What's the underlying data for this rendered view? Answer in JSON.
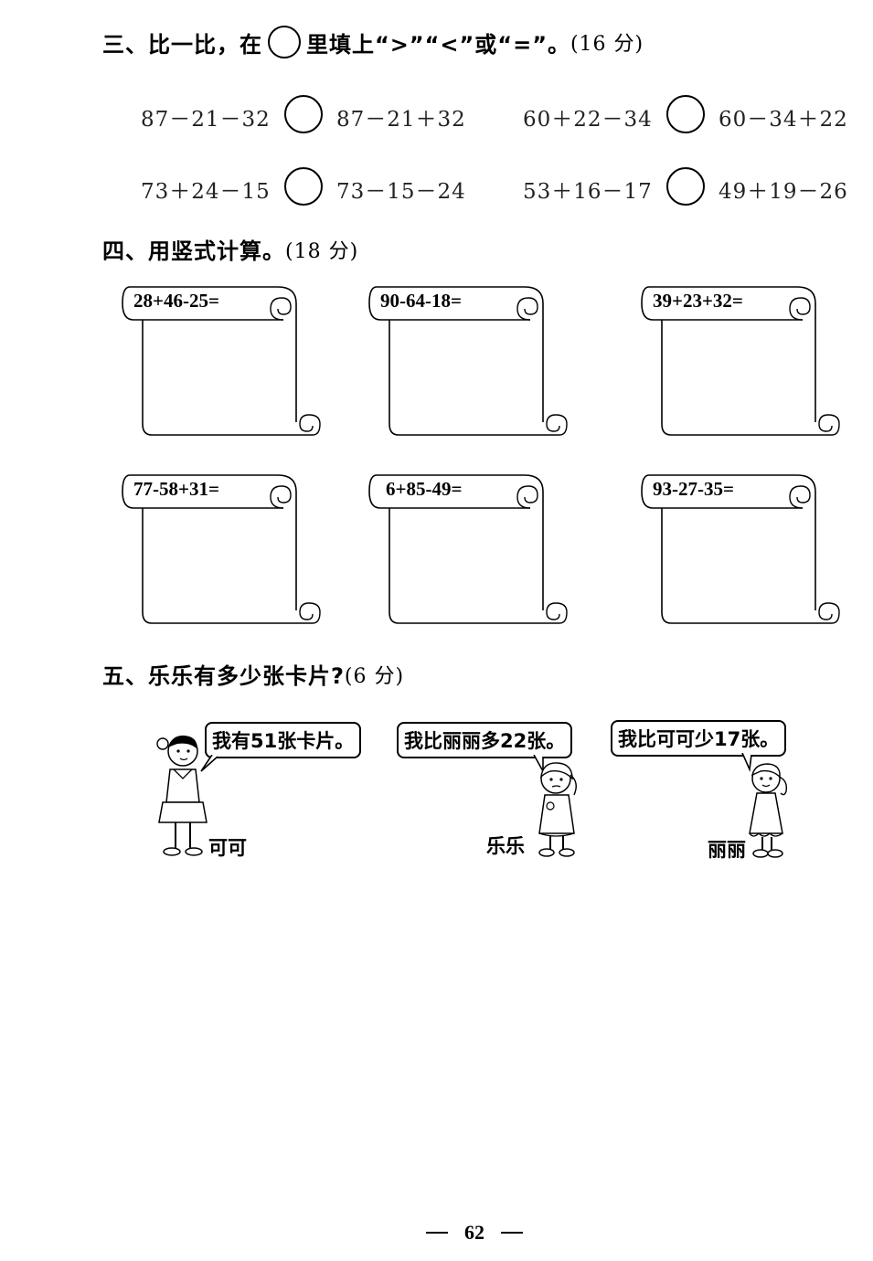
{
  "section3": {
    "heading_before": "三、比一比，在",
    "heading_after": "里填上“>”“<”或“=”。",
    "score": "(16 分)",
    "items": [
      {
        "left": "87－21－32",
        "right": "87－21＋32"
      },
      {
        "left": "60＋22－34",
        "right": "60－34＋22"
      },
      {
        "left": "73＋24－15",
        "right": "73－15－24"
      },
      {
        "left": "53＋16－17",
        "right": "49＋19－26"
      }
    ]
  },
  "section4": {
    "heading": "四、用竖式计算。",
    "score": "(18 分)",
    "problems": [
      "28+46-25=",
      "90-64-18=",
      "39+23+32=",
      "77-58+31=",
      "6+85-49=",
      "93-27-35="
    ]
  },
  "section5": {
    "heading": "五、乐乐有多少张卡片?",
    "score": "(6 分)",
    "characters": [
      {
        "name": "可可",
        "speech": "我有51张卡片。"
      },
      {
        "name": "乐乐",
        "speech": "我比丽丽多22张。"
      },
      {
        "name": "丽丽",
        "speech": "我比可可少17张。"
      }
    ]
  },
  "footer": {
    "page_number": "62"
  }
}
